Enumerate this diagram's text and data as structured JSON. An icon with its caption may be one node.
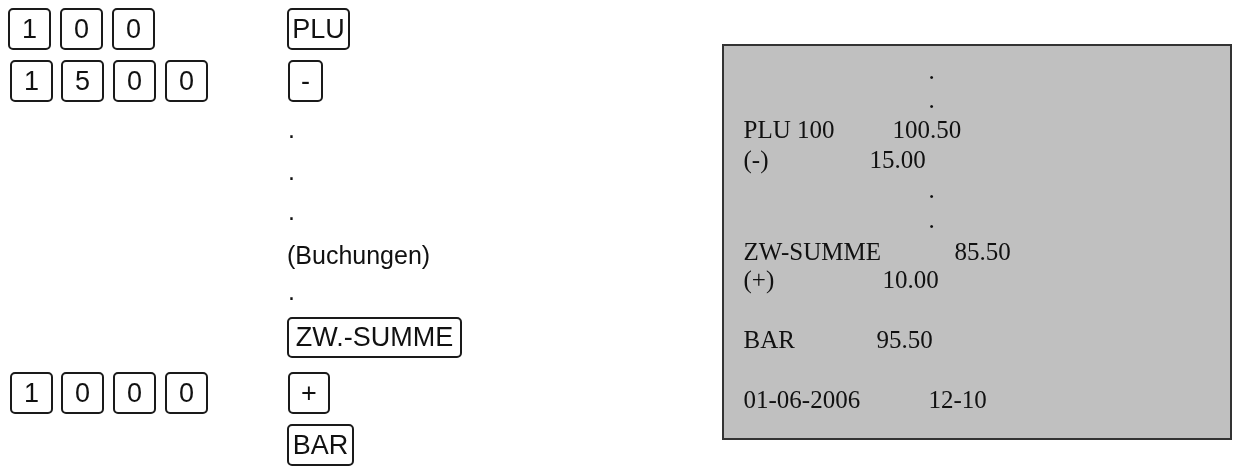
{
  "diagram": {
    "nodes": [
      {
        "text": [
          "1"
        ]
      },
      {
        "text": [
          "0"
        ]
      },
      {
        "text": [
          "0"
        ]
      },
      {
        "text": [
          "PLU"
        ]
      },
      {
        "text": [
          "1"
        ]
      },
      {
        "text": [
          "5"
        ]
      },
      {
        "text": [
          "0"
        ]
      },
      {
        "text": [
          "0"
        ]
      },
      {
        "text": [
          "-"
        ]
      },
      {
        "text": [
          "ZW.-SUMME"
        ]
      },
      {
        "text": [
          "1"
        ]
      },
      {
        "text": [
          "0"
        ]
      },
      {
        "text": [
          "0"
        ]
      },
      {
        "text": [
          "0"
        ]
      },
      {
        "text": [
          "+"
        ]
      },
      {
        "text": [
          "BAR"
        ]
      },
      {
        "text": [
          ".",
          ".",
          "PLU 100",
          "100.50",
          "(-)",
          "15.00",
          ".",
          ".",
          "ZW-SUMME",
          "85.50",
          "(+)",
          "10.00",
          "BAR",
          "95.50",
          "01-06-2006",
          "12-10"
        ]
      }
    ],
    "labels": [
      ".",
      ".",
      ".",
      "(Buchungen)",
      "."
    ]
  }
}
